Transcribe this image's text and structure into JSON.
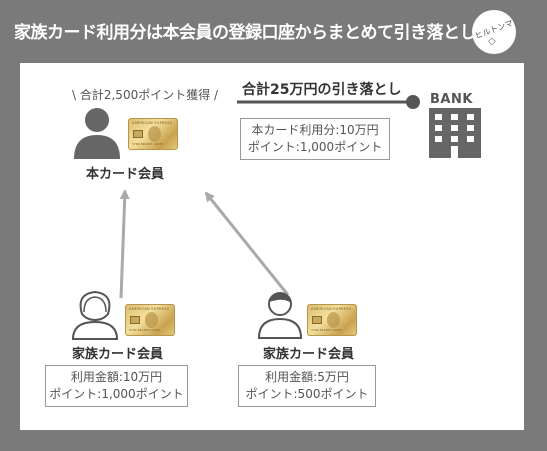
{
  "header": {
    "title": "家族カード利用分は本会員の登録口座からまとめて引き落とし"
  },
  "logo": {
    "text": "ヒルトンマニア"
  },
  "card": {
    "brand": "AMERICAN EXPRESS",
    "number": "3782 822463 10005"
  },
  "main_member": {
    "caption": "\\ 合計2,500ポイント獲得 /",
    "label": "本カード会員"
  },
  "bank": {
    "label": "BANK",
    "flow_label": "合計25万円の引き落とし",
    "breakdown": [
      "本カード利用分:10万円",
      "ポイント:1,000ポイント"
    ]
  },
  "family_members": [
    {
      "label": "家族カード会員",
      "lines": [
        "利用金額:10万円",
        "ポイント:1,000ポイント"
      ]
    },
    {
      "label": "家族カード会員",
      "lines": [
        "利用金額:5万円",
        "ポイント:500ポイント"
      ]
    }
  ]
}
